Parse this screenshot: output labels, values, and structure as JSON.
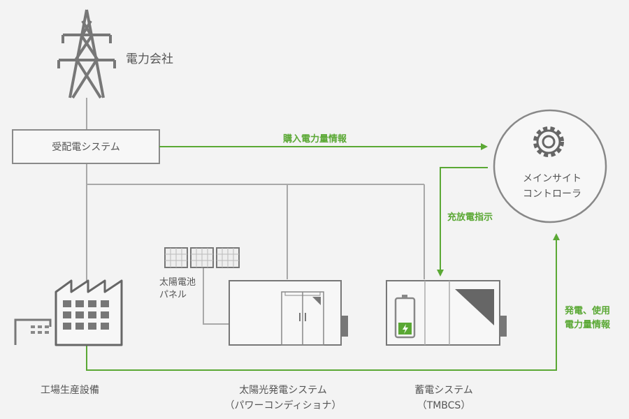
{
  "labels": {
    "power_company": "電力会社",
    "receiving_system": "受配電システム",
    "purchased_power_info": "購入電力量情報",
    "controller_line1": "メインサイト",
    "controller_line2": "コントローラ",
    "charge_discharge": "充放電指示",
    "solar_panel_line1": "太陽電池",
    "solar_panel_line2": "パネル",
    "factory": "工場生産設備",
    "pv_system_line1": "太陽光発電システム",
    "pv_system_line2": "（パワーコンディショナ）",
    "storage_line1": "蓄電システム",
    "storage_line2": "（TMBCS）",
    "gen_use_line1": "発電、使用",
    "gen_use_line2": "電力量情報"
  },
  "colors": {
    "line_gray": "#a8a8a8",
    "flow_green": "#5aa834",
    "box_stroke": "#8a8a8a",
    "icon_dark": "#777777"
  }
}
